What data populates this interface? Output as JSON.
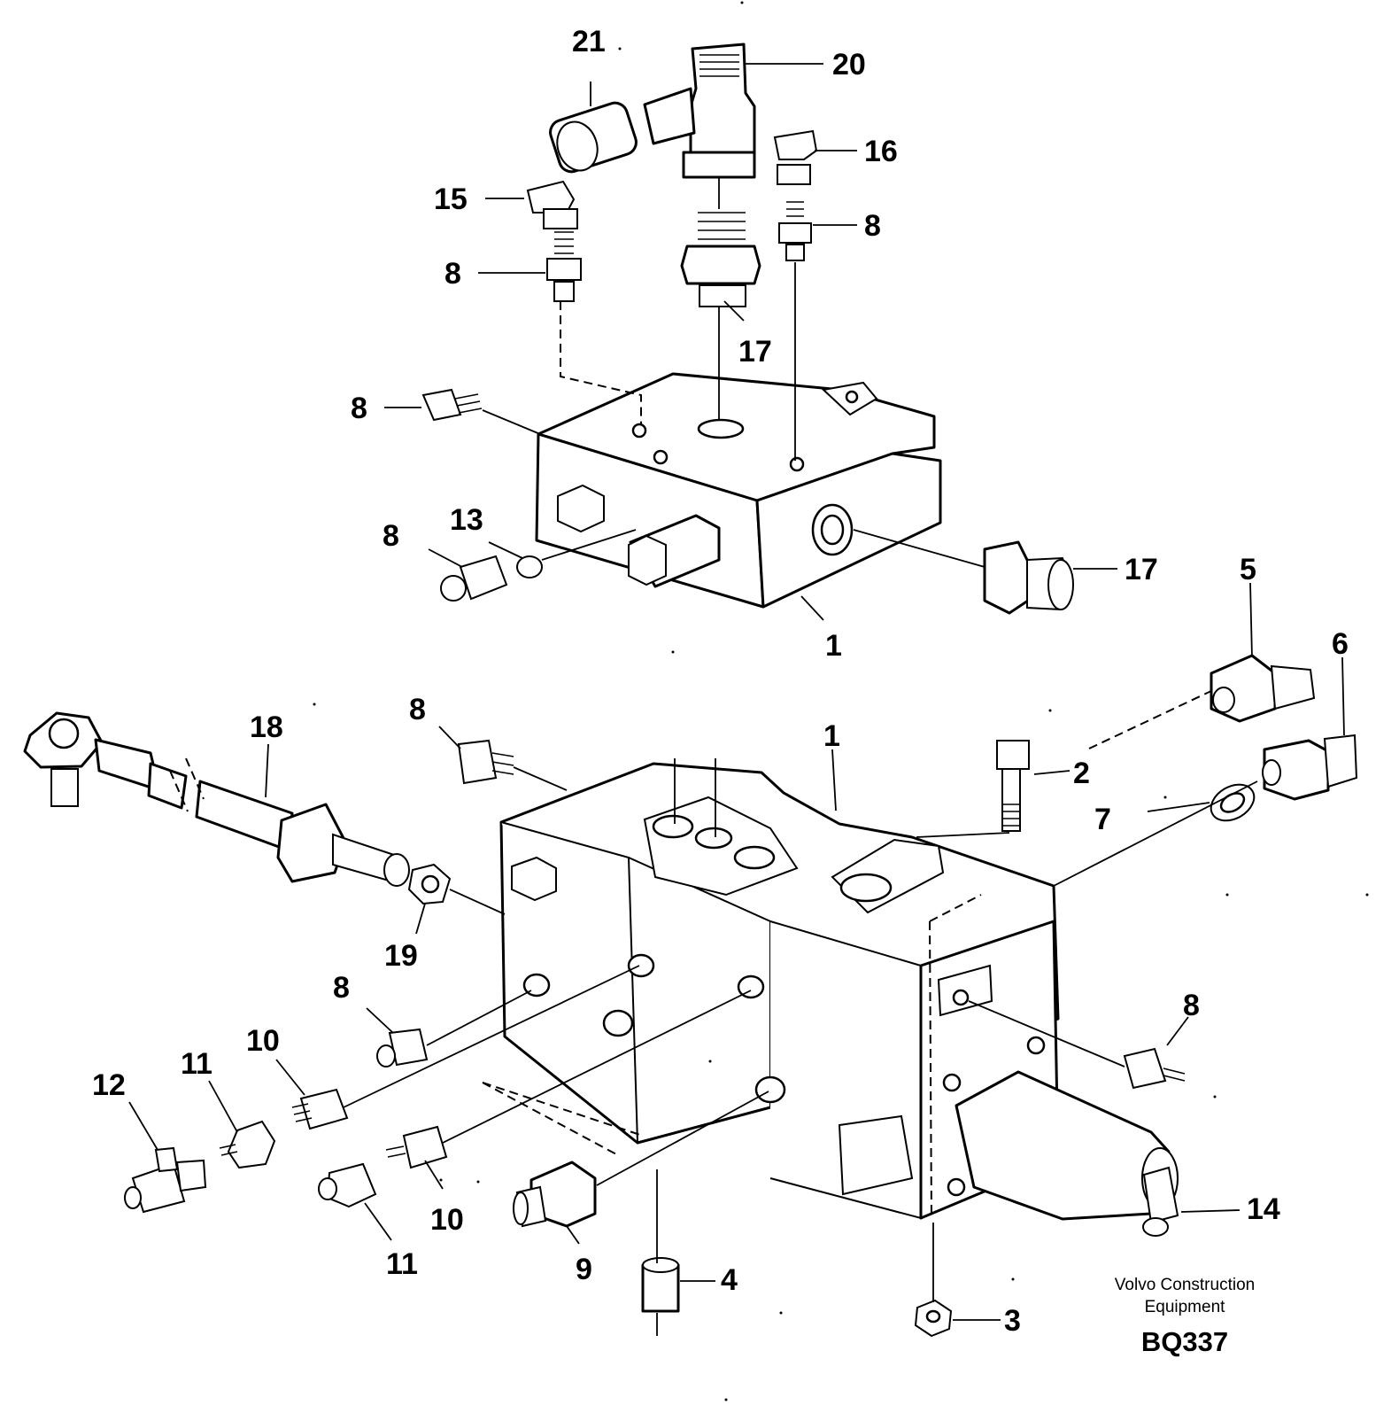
{
  "callouts": {
    "c21": "21",
    "c20": "20",
    "c16": "16",
    "c15": "15",
    "c8a": "8",
    "c8b": "8",
    "c17a": "17",
    "c8c": "8",
    "c13": "13",
    "c8d": "8",
    "c17b": "17",
    "c1a": "1",
    "c5": "5",
    "c6": "6",
    "c18": "18",
    "c8e": "8",
    "c1b": "1",
    "c2": "2",
    "c7": "7",
    "c19": "19",
    "c8f": "8",
    "c8g": "8",
    "c12": "12",
    "c11a": "11",
    "c10a": "10",
    "c14": "14",
    "c10b": "10",
    "c11b": "11",
    "c9": "9",
    "c4": "4",
    "c3": "3"
  },
  "footer": {
    "brand_line1": "Volvo Construction",
    "brand_line2": "Equipment",
    "figure_code": "BQ337"
  }
}
